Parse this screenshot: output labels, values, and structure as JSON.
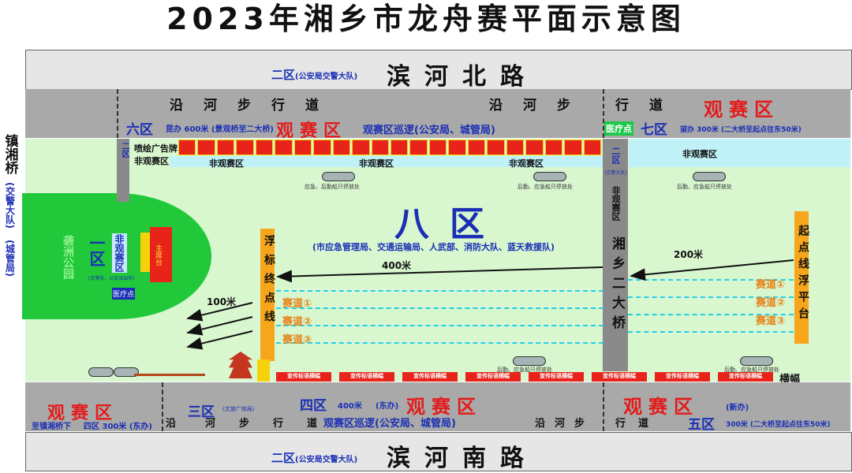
{
  "title": "2023年湘乡市龙舟赛平面示意图",
  "north_road": {
    "name": "滨河北路",
    "zone": "二区",
    "unit": "(公安局交警大队)"
  },
  "south_road": {
    "name": "滨河南路",
    "zone": "二区",
    "unit": "(公安局交警大队)"
  },
  "north_walkway": [
    "沿",
    "河",
    "步",
    "行",
    "道",
    "沿",
    "河",
    "步",
    "行",
    "道"
  ],
  "south_walkway": [
    "沿",
    "河",
    "步",
    "行",
    "道",
    "沿",
    "河",
    "步",
    "行",
    "道"
  ],
  "left_bridge": {
    "name": "镇湘桥",
    "unit1": "(交警大队)",
    "unit2": "(城管局)"
  },
  "zone6": {
    "label": "六区",
    "detail": "昆办 600米 (景观桥至二大桥)",
    "watch": "观赛区",
    "patrol": "观赛区巡逻(公安局、城管局)"
  },
  "zone7": {
    "label": "七区",
    "detail": "望办 300米 (二大桥至起点往东50米)",
    "watch": "观赛区",
    "medical": "医疗点"
  },
  "zone8": {
    "label": "八区",
    "units": "(市应急管理局、交通运输局、人武部、消防大队、蓝天救援队)"
  },
  "zone1": {
    "label": "一区",
    "park": "砻洲公园",
    "non_watch": "非观赛区",
    "medical": "医疗点",
    "stage": "主席台",
    "sub": "(交警队、公安派出所)"
  },
  "zone2_bridge": {
    "label": "二区",
    "sub": "(交警大队)",
    "non_watch": "非观赛区",
    "bridge": "湘乡二大桥"
  },
  "zone3": {
    "label": "三区",
    "sub": "(文旅广体局)"
  },
  "zone4": {
    "label": "四区",
    "detail": "400米",
    "side": "(东办)",
    "watch": "观赛区",
    "patrol": "观赛区巡逻(公安局、城管局)"
  },
  "zone5": {
    "label": "五区",
    "detail": "300米 (二大桥至起点往东50米)",
    "side": "(新办)",
    "watch": "观赛区"
  },
  "south_left": {
    "watch": "观赛区",
    "detail1": "至镇湘桥下",
    "detail2": "四区 300米 (东办)"
  },
  "non_watch_labels": [
    "喷绘广告牌",
    "非观赛区",
    "非观赛区",
    "非观赛区",
    "非观赛区",
    "非观赛区"
  ],
  "finish": {
    "text": "浮标终点线"
  },
  "start": {
    "text": "起点线浮平台"
  },
  "lanes_left": [
    "赛道①",
    "赛道②",
    "赛道③"
  ],
  "lanes_right": [
    "赛道①",
    "赛道②",
    "赛道③"
  ],
  "distances": {
    "d400": "400米",
    "d200": "200米",
    "d100": "100米"
  },
  "banners": [
    "宣传标语横幅",
    "宣传标语横幅",
    "宣传标语横幅",
    "宣传标语横幅",
    "宣传标语横幅",
    "宣传标语横幅",
    "宣传标语横幅",
    "宣传标语横幅"
  ],
  "banner_label": "横幅",
  "boat_notes": [
    "应急、后勤船只停放处",
    "后勤、应急船只停放处",
    "后勤、应急船只停放处",
    "后勤、应急船只停放处",
    "后勤、应急船只停放处"
  ],
  "colors": {
    "road": "#e6e6e6",
    "walk": "#a9a9a9",
    "water": "#d8f7cf",
    "park": "#21c93a",
    "red": "#e41b1b",
    "blue": "#1a2fb5",
    "orange": "#f7a51a",
    "lane": "#23d1e6"
  }
}
